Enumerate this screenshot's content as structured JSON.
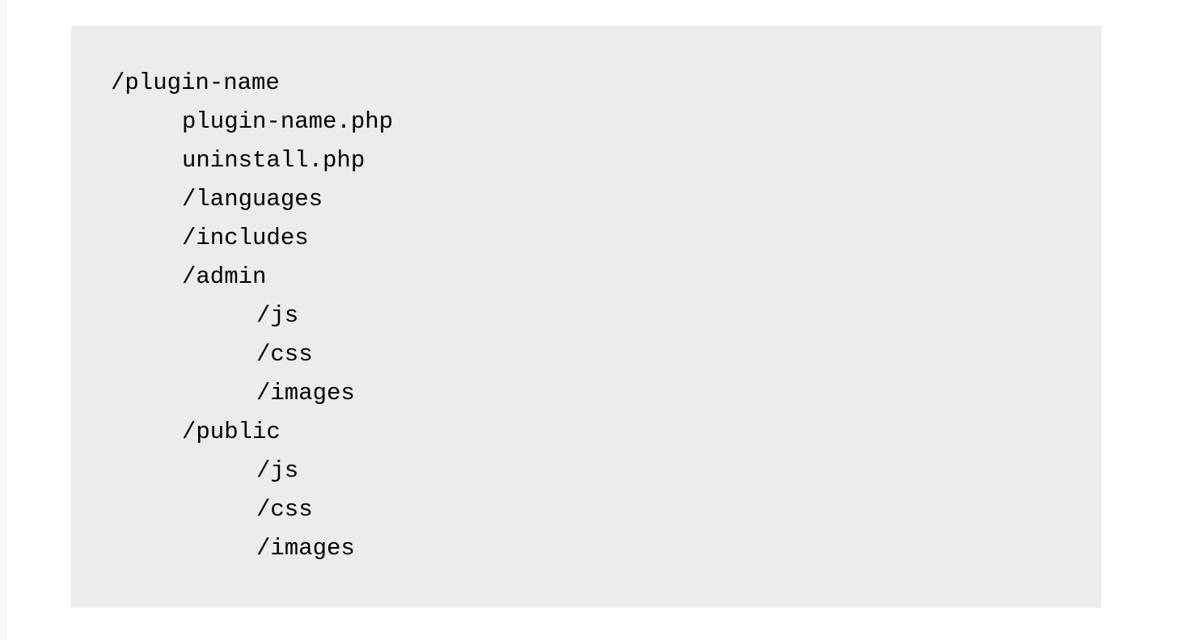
{
  "code_block": {
    "background": "#ececec",
    "text_color": "#000000",
    "lines": [
      {
        "text": "/plugin-name",
        "indent": 0
      },
      {
        "text": "plugin-name.php",
        "indent": 1
      },
      {
        "text": "uninstall.php",
        "indent": 1
      },
      {
        "text": "/languages",
        "indent": 1
      },
      {
        "text": "/includes",
        "indent": 1
      },
      {
        "text": "/admin",
        "indent": 1
      },
      {
        "text": "/js",
        "indent": 2
      },
      {
        "text": "/css",
        "indent": 2
      },
      {
        "text": "/images",
        "indent": 2
      },
      {
        "text": "/public",
        "indent": 1
      },
      {
        "text": "/js",
        "indent": 2
      },
      {
        "text": "/css",
        "indent": 2
      },
      {
        "text": "/images",
        "indent": 2
      }
    ]
  }
}
